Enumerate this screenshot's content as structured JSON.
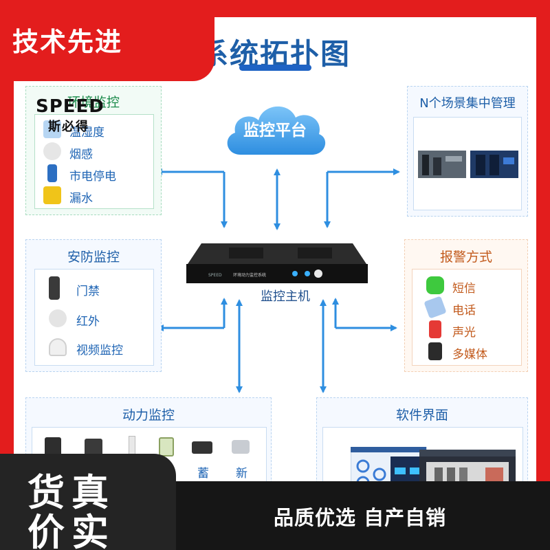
{
  "badge": {
    "text": "技术先进"
  },
  "logo": {
    "brand": "SPEED",
    "brand_cn": "斯必得"
  },
  "diagram": {
    "title": "系统拓扑图",
    "cloud_label": "监控平台",
    "host_label": "监控主机",
    "host_plate": "环境动力监控系统",
    "panels": {
      "env": {
        "title": "环境监控",
        "items": [
          {
            "label": "温湿度",
            "icon": "thermometer-icon"
          },
          {
            "label": "烟感",
            "icon": "smoke-detector-icon"
          },
          {
            "label": "市电停电",
            "icon": "power-sensor-icon"
          },
          {
            "label": "漏水",
            "icon": "water-leak-icon"
          }
        ]
      },
      "scene": {
        "title": "N个场景集中管理"
      },
      "security": {
        "title": "安防监控",
        "items": [
          {
            "label": "门禁",
            "icon": "access-control-icon"
          },
          {
            "label": "红外",
            "icon": "infrared-sensor-icon"
          },
          {
            "label": "视频监控",
            "icon": "camera-icon"
          }
        ]
      },
      "alarm": {
        "title": "报警方式",
        "items": [
          {
            "label": "短信",
            "icon": "sms-icon"
          },
          {
            "label": "电话",
            "icon": "phone-icon"
          },
          {
            "label": "声光",
            "icon": "siren-icon"
          },
          {
            "label": "多媒体",
            "icon": "speaker-icon"
          }
        ]
      },
      "power": {
        "title": "动力监控",
        "items": [
          {
            "label": "",
            "icon": "ups-icon"
          },
          {
            "label": "",
            "icon": "power-supply-icon"
          },
          {
            "label": "",
            "icon": "air-conditioner-icon"
          },
          {
            "label": "",
            "icon": "power-meter-icon"
          },
          {
            "label": "蓄",
            "icon": "battery-icon"
          },
          {
            "label": "新",
            "icon": "fresh-air-icon"
          }
        ]
      },
      "software": {
        "title": "软件界面"
      }
    }
  },
  "footer": {
    "big_line1": "货真",
    "big_line2": "价实",
    "slogan": "品质优选 自产自销"
  },
  "colors": {
    "brand_red": "#e31d1d",
    "diagram_blue": "#1e5fa8",
    "alarm_orange": "#c25a1c",
    "arrow_blue": "#2e8ee0"
  }
}
